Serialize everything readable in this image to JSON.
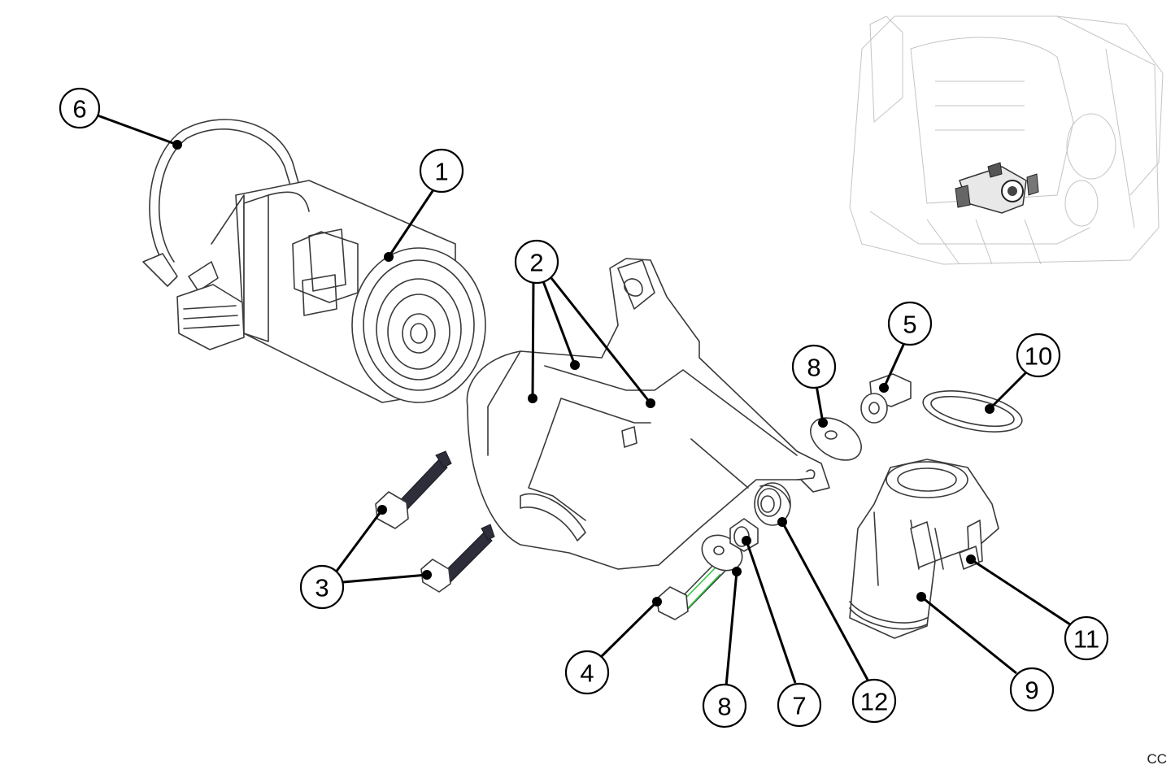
{
  "callouts": [
    {
      "id": "c1",
      "label": "1"
    },
    {
      "id": "c2",
      "label": "2"
    },
    {
      "id": "c3",
      "label": "3"
    },
    {
      "id": "c4",
      "label": "4"
    },
    {
      "id": "c5",
      "label": "5"
    },
    {
      "id": "c6",
      "label": "6"
    },
    {
      "id": "c7",
      "label": "7"
    },
    {
      "id": "c8a",
      "label": "8"
    },
    {
      "id": "c8b",
      "label": "8"
    },
    {
      "id": "c9",
      "label": "9"
    },
    {
      "id": "c10",
      "label": "10"
    },
    {
      "id": "c11",
      "label": "11"
    },
    {
      "id": "c12",
      "label": "12"
    }
  ],
  "corner_code": "CC",
  "colors": {
    "outline": "#3a3a3a",
    "leader": "#000000",
    "ghost_engine": "#c4c4c4",
    "bolt": "#2e2e3a",
    "highlight": "#2ecc40"
  }
}
